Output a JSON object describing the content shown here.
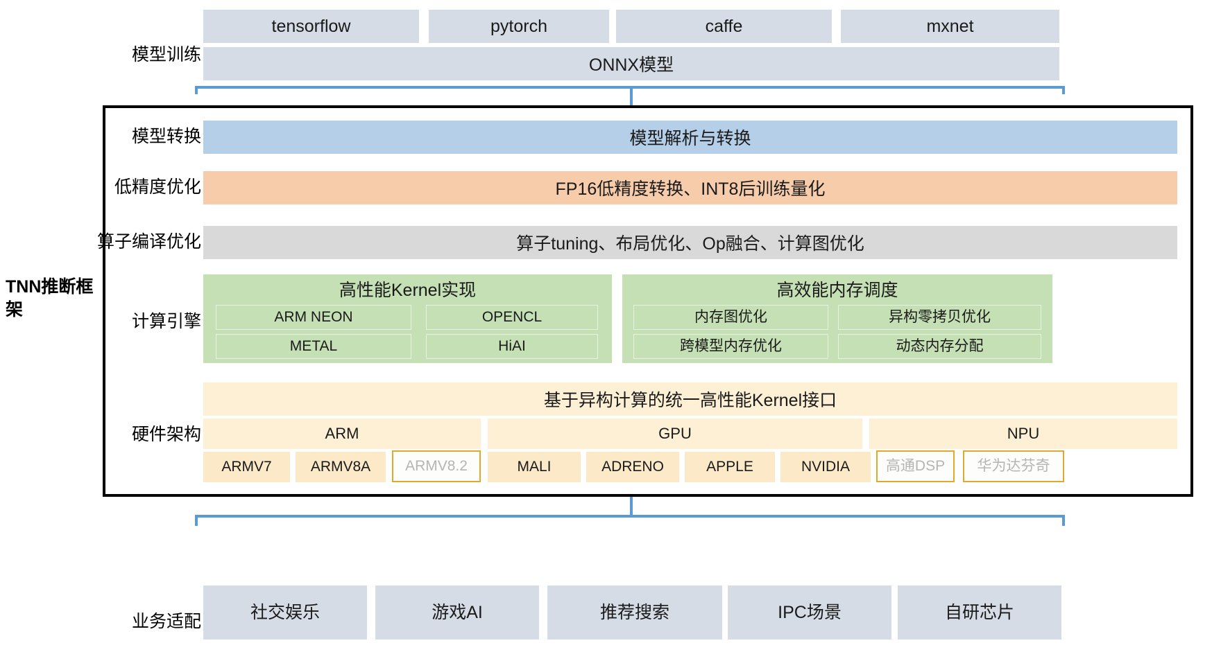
{
  "diagram": {
    "frame_title": "TNN推断框架",
    "accent_color": "#5b9bd5",
    "rows": {
      "training": {
        "label": "模型训练",
        "frameworks": [
          "tensorflow",
          "pytorch",
          "caffe",
          "mxnet"
        ],
        "onnx": "ONNX模型"
      },
      "convert": {
        "label": "模型转换",
        "band": "模型解析与转换",
        "color": "#b4cfe7"
      },
      "precision": {
        "label": "低精度优化",
        "band": "FP16低精度转换、INT8后训练量化",
        "color": "#f6ccaa"
      },
      "compile": {
        "label": "算子编译优化",
        "band": "算子tuning、布局优化、Op融合、计算图优化",
        "color": "#d9d9d9"
      },
      "engine": {
        "label": "计算引擎",
        "color": "#c5e0b4",
        "groups": [
          {
            "title": "高性能Kernel实现",
            "items": [
              "ARM NEON",
              "OPENCL",
              "METAL",
              "HiAI"
            ]
          },
          {
            "title": "高效能内存调度",
            "items": [
              "内存图优化",
              "异构零拷贝优化",
              "跨模型内存优化",
              "动态内存分配"
            ]
          }
        ]
      },
      "hardware": {
        "label": "硬件架构",
        "color": "#fdf0d5",
        "kernel_interface": "基于异构计算的统一高性能Kernel接口",
        "groups": [
          {
            "name": "ARM",
            "chips": [
              {
                "label": "ARMV7",
                "state": "active"
              },
              {
                "label": "ARMV8A",
                "state": "active"
              },
              {
                "label": "ARMV8.2",
                "state": "planned"
              }
            ]
          },
          {
            "name": "GPU",
            "chips": [
              {
                "label": "MALI",
                "state": "active"
              },
              {
                "label": "ADRENO",
                "state": "active"
              },
              {
                "label": "APPLE",
                "state": "active"
              },
              {
                "label": "NVIDIA",
                "state": "active"
              }
            ]
          },
          {
            "name": "NPU",
            "chips": [
              {
                "label": "高通DSP",
                "state": "planned"
              },
              {
                "label": "华为达芬奇",
                "state": "planned"
              }
            ]
          }
        ]
      },
      "business": {
        "label": "业务适配",
        "items": [
          "社交娱乐",
          "游戏AI",
          "推荐搜索",
          "IPC场景",
          "自研芯片"
        ]
      }
    }
  }
}
